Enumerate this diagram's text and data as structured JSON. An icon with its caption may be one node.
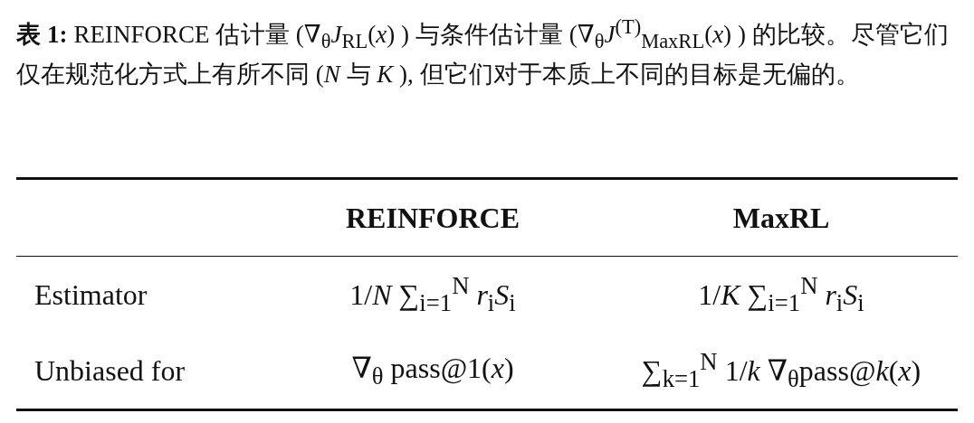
{
  "diagram": {
    "caption": "**表 1:** REINFORCE 估计量 (∇$_{θ}$*J*$_{RL}$(*x*) ) 与条件估计量 (∇$_{θ}$*J*$^{(T)}$$_{MaxRL}$(*x*) ) 的比较。尽管它们仅在规范化方式上有所不同 (*N* 与 *K* ), 但它们对于本质上不同的目标是无偏的。",
    "labels": [
      "REINFORCE",
      "MaxRL",
      "Estimator",
      "1/*N* ∑$_{i=1}$$^{N}$ *r*$_{i}$*S*$_{i}$",
      "1/*K* ∑$_{i=1}$$^{N}$ *r*$_{i}$*S*$_{i}$",
      "Unbiased for",
      "∇$_{θ}$ pass@1(*x*)",
      "∑$_{k=1}$$^{N}$ 1/*k* ∇$_{θ}$pass@*k*(*x*)"
    ]
  }
}
